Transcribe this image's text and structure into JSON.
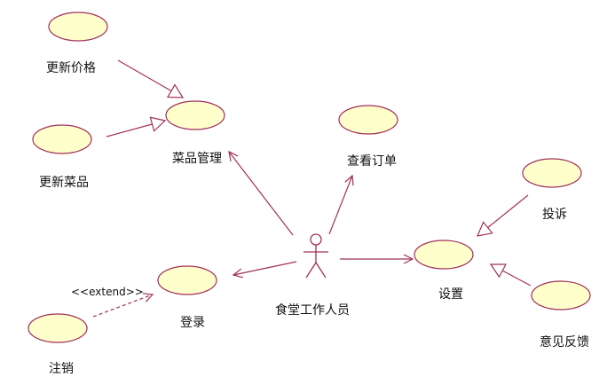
{
  "actor": {
    "label": "食堂工作人员"
  },
  "use_cases": {
    "update_price": "更新价格",
    "update_dish": "更新菜品",
    "dish_management": "菜品管理",
    "view_orders": "查看订单",
    "login": "登录",
    "logout": "注销",
    "settings": "设置",
    "complaint": "投诉",
    "feedback": "意见反馈"
  },
  "stereotype": "<<extend>>",
  "colors": {
    "ellipse_fill": "#ffffcc",
    "ellipse_stroke": "#a0305a",
    "line": "#a0305a"
  }
}
